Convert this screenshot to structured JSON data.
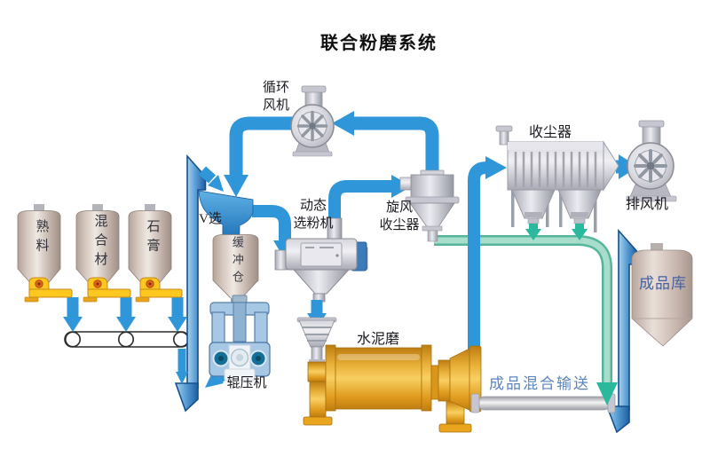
{
  "title": "联合粉磨系统",
  "equipment": {
    "circulation_fan": {
      "label": "循环\n风机"
    },
    "dust_collector": {
      "label": "收尘器"
    },
    "exhaust_fan": {
      "label": "排风机"
    },
    "silo_clinker": {
      "label": "熟料"
    },
    "silo_mix": {
      "label": "混合材"
    },
    "silo_gypsum": {
      "label": "石膏"
    },
    "v_separator": {
      "label": "V选"
    },
    "buffer_bin": {
      "label": "缓冲仓"
    },
    "dynamic_classifier": {
      "label": "动态\n选粉机"
    },
    "cyclone_collector": {
      "label": "旋风\n收尘器"
    },
    "roller_press": {
      "label": "辊压机"
    },
    "cement_mill": {
      "label": "水泥磨"
    },
    "product_silo": {
      "label": "成品库"
    },
    "product_conveyor": {
      "label": "成品混合输送"
    }
  },
  "colors": {
    "pipe_blue": "#2f97d9",
    "conveyor_teal": "#2bb99d",
    "teal_pipe_light": "#a3dbc8",
    "elevator_blue_dark": "#1b5fa5",
    "mill_yellow": "#e8a51d",
    "feeder_yellow": "#fec81e",
    "silo_tan": "#cfc2b9",
    "machine_gray": "#c9c9d2",
    "roller_press_blue": "#a6c8e4",
    "label_blue": "#47629e",
    "title_black": "#111111"
  }
}
